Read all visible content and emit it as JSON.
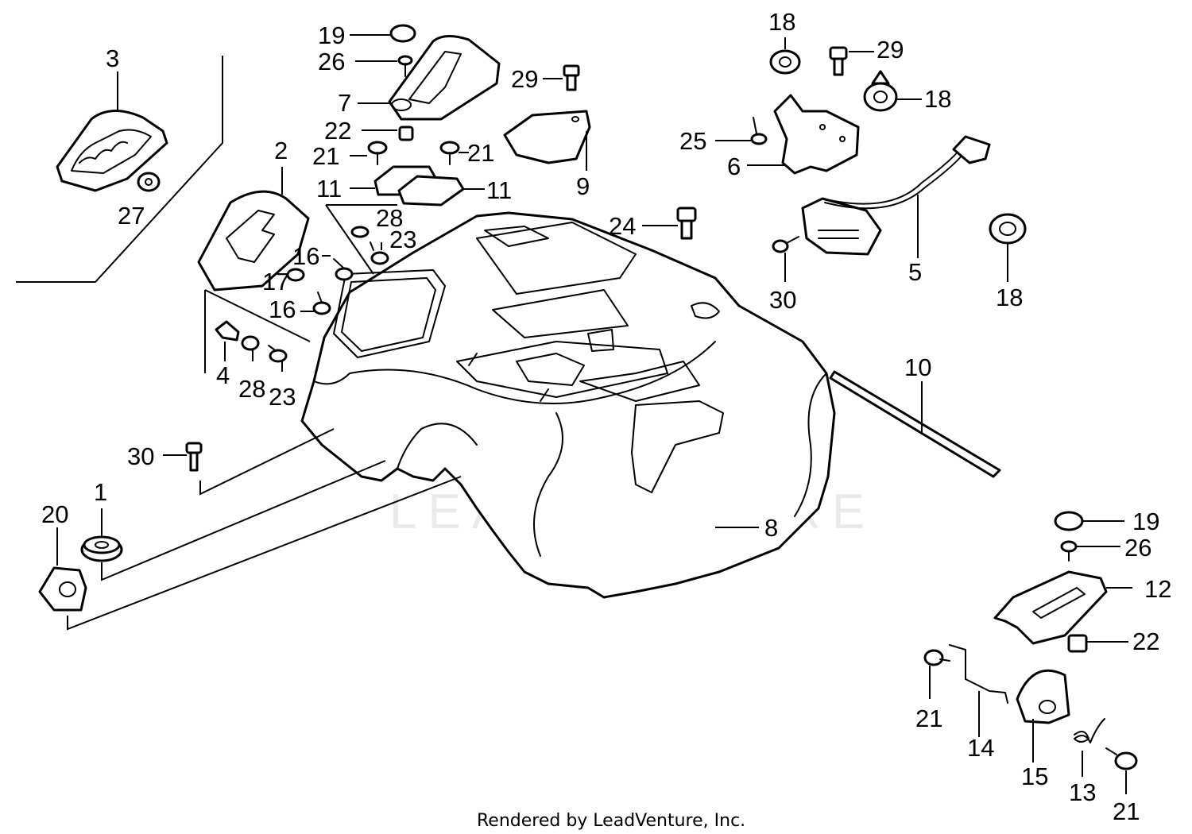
{
  "watermark": "LEADVENTURE",
  "footer": "Rendered by LeadVenture, Inc.",
  "callouts": [
    {
      "id": "c3",
      "text": "3"
    },
    {
      "id": "c27",
      "text": "27"
    },
    {
      "id": "c19a",
      "text": "19"
    },
    {
      "id": "c26a",
      "text": "26"
    },
    {
      "id": "c29a",
      "text": "29"
    },
    {
      "id": "c7",
      "text": "7"
    },
    {
      "id": "c22a",
      "text": "22"
    },
    {
      "id": "c21a",
      "text": "21"
    },
    {
      "id": "c21b",
      "text": "21"
    },
    {
      "id": "c9",
      "text": "9"
    },
    {
      "id": "c11a",
      "text": "11"
    },
    {
      "id": "c11b",
      "text": "11"
    },
    {
      "id": "c2",
      "text": "2"
    },
    {
      "id": "c28a",
      "text": "28"
    },
    {
      "id": "c23a",
      "text": "23"
    },
    {
      "id": "c16a",
      "text": "16"
    },
    {
      "id": "c17",
      "text": "17"
    },
    {
      "id": "c16b",
      "text": "16"
    },
    {
      "id": "c4",
      "text": "4"
    },
    {
      "id": "c28b",
      "text": "28"
    },
    {
      "id": "c23b",
      "text": "23"
    },
    {
      "id": "c24",
      "text": "24"
    },
    {
      "id": "c18a",
      "text": "18"
    },
    {
      "id": "c29b",
      "text": "29"
    },
    {
      "id": "c18b",
      "text": "18"
    },
    {
      "id": "c25",
      "text": "25"
    },
    {
      "id": "c6",
      "text": "6"
    },
    {
      "id": "c5",
      "text": "5"
    },
    {
      "id": "c30a",
      "text": "30"
    },
    {
      "id": "c18c",
      "text": "18"
    },
    {
      "id": "c10",
      "text": "10"
    },
    {
      "id": "c30b",
      "text": "30"
    },
    {
      "id": "c1",
      "text": "1"
    },
    {
      "id": "c20",
      "text": "20"
    },
    {
      "id": "c8",
      "text": "8"
    },
    {
      "id": "c19b",
      "text": "19"
    },
    {
      "id": "c26b",
      "text": "26"
    },
    {
      "id": "c12",
      "text": "12"
    },
    {
      "id": "c22b",
      "text": "22"
    },
    {
      "id": "c21c",
      "text": "21"
    },
    {
      "id": "c14",
      "text": "14"
    },
    {
      "id": "c15",
      "text": "15"
    },
    {
      "id": "c13",
      "text": "13"
    },
    {
      "id": "c21d",
      "text": "21"
    }
  ]
}
